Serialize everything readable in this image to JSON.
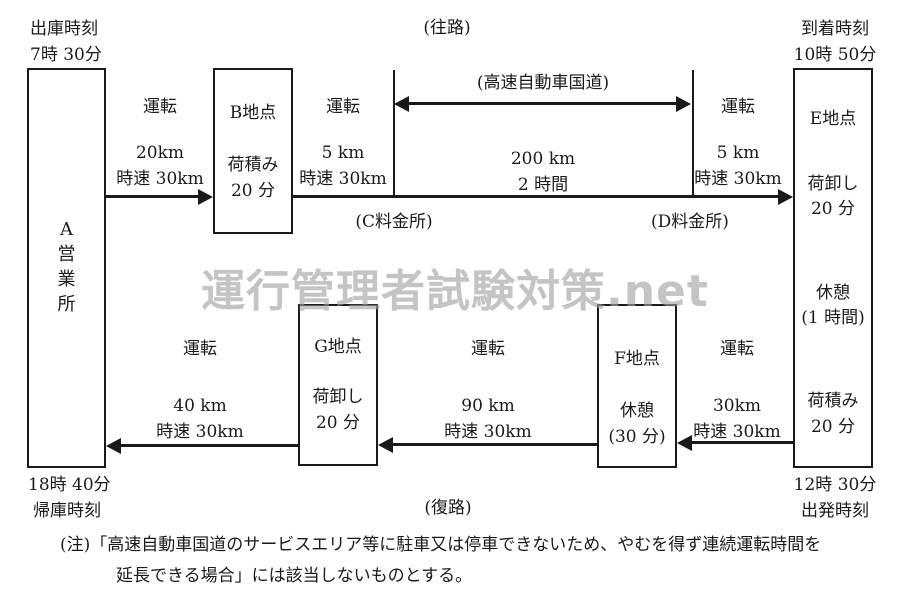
{
  "watermark": "運行管理者試験対策.net",
  "titles": {
    "outbound": "(往路)",
    "return": "(復路)"
  },
  "times": {
    "depart_label": "出庫時刻",
    "depart_time": "7時 30分",
    "arrive_label": "到着時刻",
    "arrive_time": "10時 50分",
    "departure_time": "12時 30分",
    "departure_label": "出発時刻",
    "home_time": "18時 40分",
    "home_label": "帰庫時刻"
  },
  "depot_a": {
    "name": "A営業所"
  },
  "points": {
    "b": {
      "name": "B地点",
      "task": "荷積み",
      "duration": "20 分"
    },
    "e": {
      "name": "E地点",
      "unload": "荷卸し",
      "unload_duration": "20 分",
      "rest": "休憩",
      "rest_duration": "(1 時間)",
      "load": "荷積み",
      "load_duration": "20 分"
    },
    "g": {
      "name": "G地点",
      "task": "荷卸し",
      "duration": "20 分"
    },
    "f": {
      "name": "F地点",
      "task": "休憩",
      "duration": "(30 分)"
    }
  },
  "highway": {
    "label": "(高速自動車国道)",
    "distance": "200 km",
    "duration": "2 時間",
    "toll_c": "(C料金所)",
    "toll_d": "(D料金所)"
  },
  "legs": {
    "out_a_b": {
      "label": "運転",
      "distance": "20km",
      "speed": "時速 30km"
    },
    "out_b_c": {
      "label": "運転",
      "distance": "5 km",
      "speed": "時速 30km"
    },
    "out_d_e": {
      "label": "運転",
      "distance": "5 km",
      "speed": "時速 30km"
    },
    "ret_e_f": {
      "label": "運転",
      "distance": "30km",
      "speed": "時速 30km"
    },
    "ret_f_g": {
      "label": "運転",
      "distance": "90 km",
      "speed": "時速 30km"
    },
    "ret_g_a": {
      "label": "運転",
      "distance": "40 km",
      "speed": "時速 30km"
    }
  },
  "note": {
    "line1": "(注)「高速自動車国道のサービスエリア等に駐車又は停車できないため、やむを得ず連続運転時間を",
    "line2": "延長できる場合」には該当しないものとする。"
  }
}
